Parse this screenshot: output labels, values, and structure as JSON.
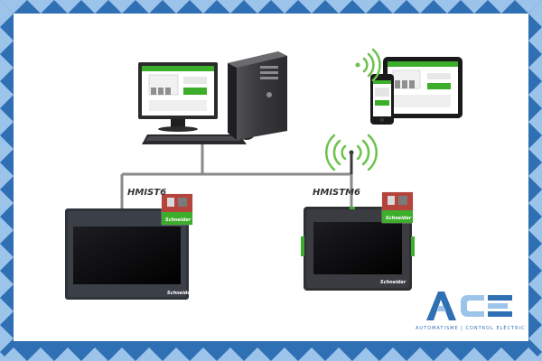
{
  "devices": {
    "hmist6_label": "HMIST6",
    "hmistm6_label": "HMISTM6"
  },
  "logo": {
    "tagline": "AUTOMATISME | CONTROL ELÈCTRIC"
  },
  "colors": {
    "brand_blue": "#2f6fb4",
    "brand_light_blue": "#9cc3ea",
    "wifi_green": "#6cc24a",
    "screen_green": "#3dae2b"
  }
}
